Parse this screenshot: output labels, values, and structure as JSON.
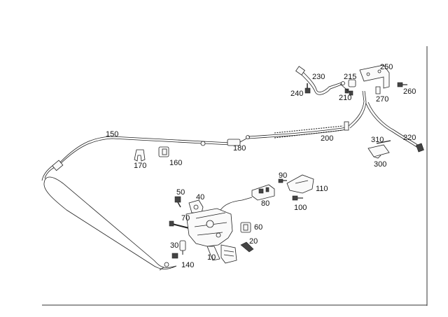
{
  "diagram": {
    "labels": [
      "150",
      "170",
      "160",
      "180",
      "200",
      "230",
      "240",
      "215",
      "250",
      "210",
      "270",
      "260",
      "220",
      "310",
      "300",
      "90",
      "110",
      "80",
      "100",
      "50",
      "40",
      "70",
      "60",
      "30",
      "20",
      "140",
      "10"
    ]
  }
}
